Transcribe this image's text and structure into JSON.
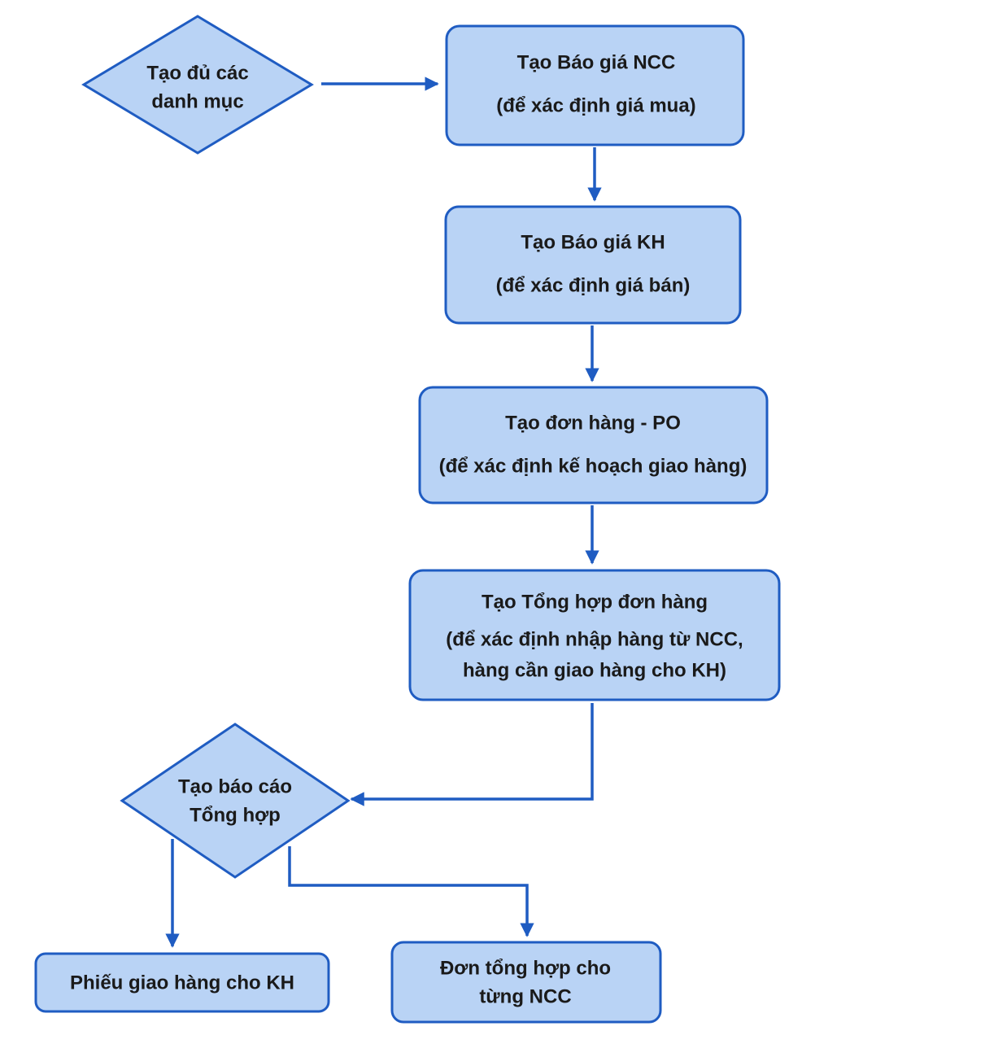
{
  "colors": {
    "node_fill": "#b9d3f5",
    "node_stroke": "#1f5cc2",
    "arrow": "#1f5cc2",
    "text": "#1a1a1a",
    "background": "#ffffff"
  },
  "nodes": {
    "start": {
      "shape": "diamond",
      "lines": [
        "Tạo đủ các",
        "danh mục"
      ]
    },
    "supplier_quote": {
      "shape": "rounded-rectangle",
      "lines": [
        "Tạo Báo giá NCC",
        "(để xác định giá mua)"
      ]
    },
    "customer_quote": {
      "shape": "rounded-rectangle",
      "lines": [
        "Tạo Báo giá KH",
        "(để xác định giá bán)"
      ]
    },
    "purchase_order": {
      "shape": "rounded-rectangle",
      "lines": [
        "Tạo đơn hàng - PO",
        "(để xác định kế hoạch giao hàng)"
      ]
    },
    "order_summary": {
      "shape": "rounded-rectangle",
      "lines": [
        "Tạo Tổng hợp đơn hàng",
        "(để xác định nhập hàng từ NCC,",
        "hàng cần giao hàng cho KH)"
      ]
    },
    "summary_report": {
      "shape": "diamond",
      "lines": [
        "Tạo báo cáo",
        "Tổng hợp"
      ]
    },
    "delivery_note": {
      "shape": "rounded-rectangle",
      "lines": [
        "Phiếu giao hàng cho KH"
      ]
    },
    "supplier_order": {
      "shape": "rounded-rectangle",
      "lines": [
        "Đơn tổng hợp cho",
        "từng NCC"
      ]
    }
  },
  "edges": [
    {
      "from": "start",
      "to": "supplier_quote"
    },
    {
      "from": "supplier_quote",
      "to": "customer_quote"
    },
    {
      "from": "customer_quote",
      "to": "purchase_order"
    },
    {
      "from": "purchase_order",
      "to": "order_summary"
    },
    {
      "from": "order_summary",
      "to": "summary_report"
    },
    {
      "from": "summary_report",
      "to": "delivery_note"
    },
    {
      "from": "summary_report",
      "to": "supplier_order"
    }
  ]
}
